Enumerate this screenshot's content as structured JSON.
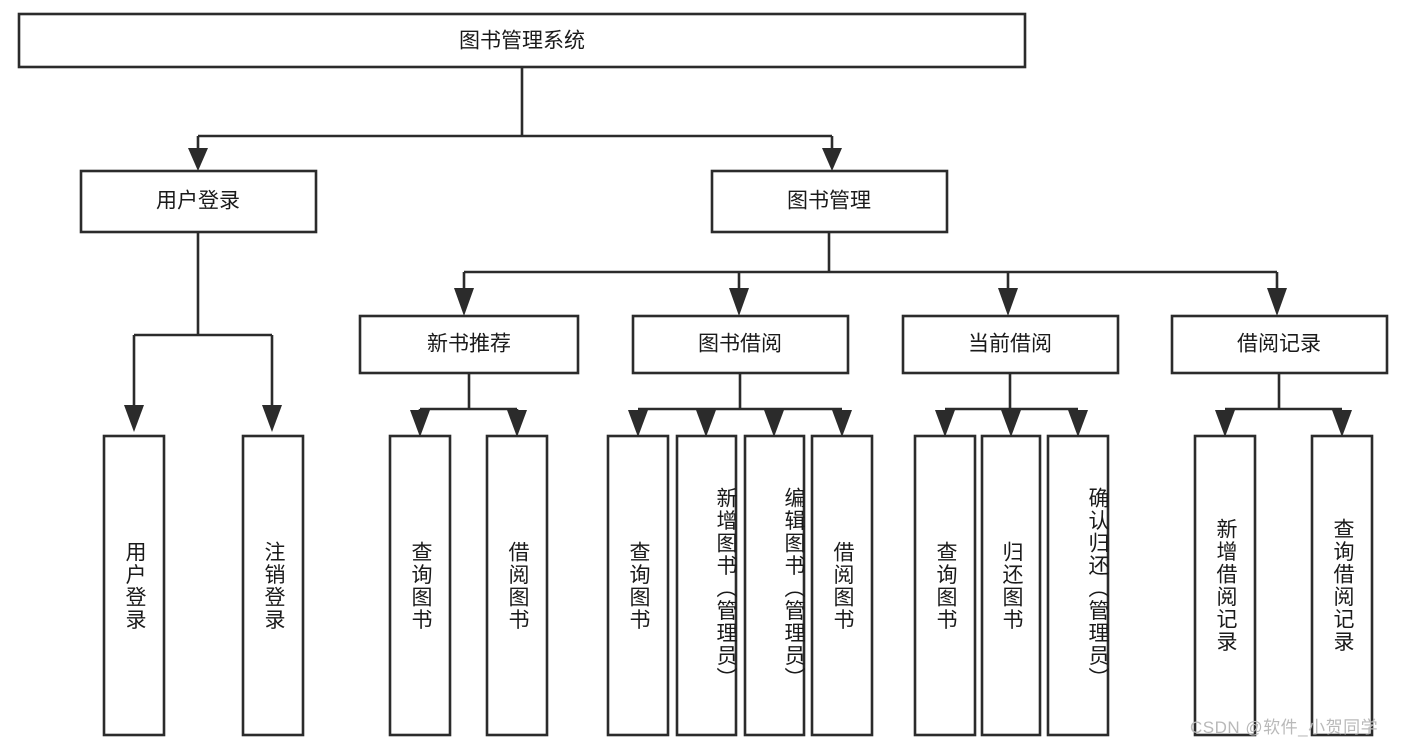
{
  "diagram": {
    "type": "tree",
    "title": "图书管理系统",
    "root": {
      "id": "root",
      "label": "图书管理系统"
    },
    "level1": [
      {
        "id": "user-login",
        "label": "用户登录"
      },
      {
        "id": "book-management",
        "label": "图书管理"
      }
    ],
    "level2": [
      {
        "id": "new-book-recommend",
        "label": "新书推荐",
        "parent": "book-management"
      },
      {
        "id": "book-borrow",
        "label": "图书借阅",
        "parent": "book-management"
      },
      {
        "id": "current-borrow",
        "label": "当前借阅",
        "parent": "book-management"
      },
      {
        "id": "borrow-record",
        "label": "借阅记录",
        "parent": "book-management"
      }
    ],
    "leaves": [
      {
        "id": "leaf-user-login",
        "label": "用户登录",
        "parent": "user-login"
      },
      {
        "id": "leaf-logout",
        "label": "注销登录",
        "parent": "user-login"
      },
      {
        "id": "leaf-query-book-1",
        "label": "查询图书",
        "parent": "new-book-recommend"
      },
      {
        "id": "leaf-borrow-book-1",
        "label": "借阅图书",
        "parent": "new-book-recommend"
      },
      {
        "id": "leaf-query-book-2",
        "label": "查询图书",
        "parent": "book-borrow"
      },
      {
        "id": "leaf-add-book",
        "label": "新增图书（管理员）",
        "parent": "book-borrow"
      },
      {
        "id": "leaf-edit-book",
        "label": "编辑图书（管理员）",
        "parent": "book-borrow"
      },
      {
        "id": "leaf-borrow-book-2",
        "label": "借阅图书",
        "parent": "book-borrow"
      },
      {
        "id": "leaf-query-book-3",
        "label": "查询图书",
        "parent": "current-borrow"
      },
      {
        "id": "leaf-return-book",
        "label": "归还图书",
        "parent": "current-borrow"
      },
      {
        "id": "leaf-confirm-return",
        "label": "确认归还（管理员）",
        "parent": "current-borrow"
      },
      {
        "id": "leaf-add-record",
        "label": "新增借阅记录",
        "parent": "borrow-record"
      },
      {
        "id": "leaf-query-record",
        "label": "查询借阅记录",
        "parent": "borrow-record"
      }
    ],
    "colors": {
      "stroke": "#2b2b2b",
      "fill": "#ffffff",
      "text": "#1a1a1a",
      "watermark": "#b9b9b9"
    }
  },
  "watermark": {
    "text": "CSDN @软件_小贺同学"
  }
}
